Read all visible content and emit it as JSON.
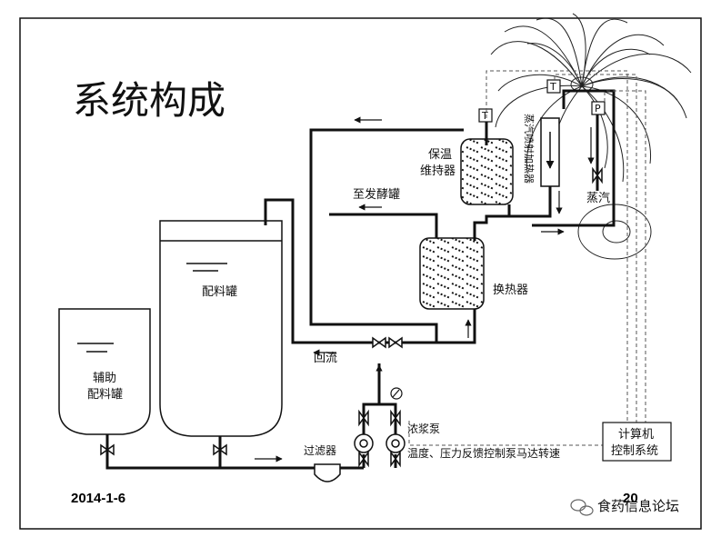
{
  "slide": {
    "title": "系统构成",
    "date": "2014-1-6",
    "page_number": "20",
    "watermark": "食药信息论坛"
  },
  "labels": {
    "aux_tank": [
      "辅助",
      "配料罐"
    ],
    "main_tank": "配料罐",
    "filter": "过滤器",
    "pump": "浓浆泵",
    "return_flow": "回流",
    "heat_exchanger": "换热器",
    "holding_unit": [
      "保温",
      "维持器"
    ],
    "to_fermenter": "至发酵罐",
    "steam": "蒸汽",
    "steam_injector": "蒸汽喷射加热器",
    "control": [
      "计算机",
      "控制系统"
    ],
    "feedback": "温度、压力反馈控制泵马达转速",
    "temp_sensor": "T",
    "pressure_sensor": "P"
  }
}
